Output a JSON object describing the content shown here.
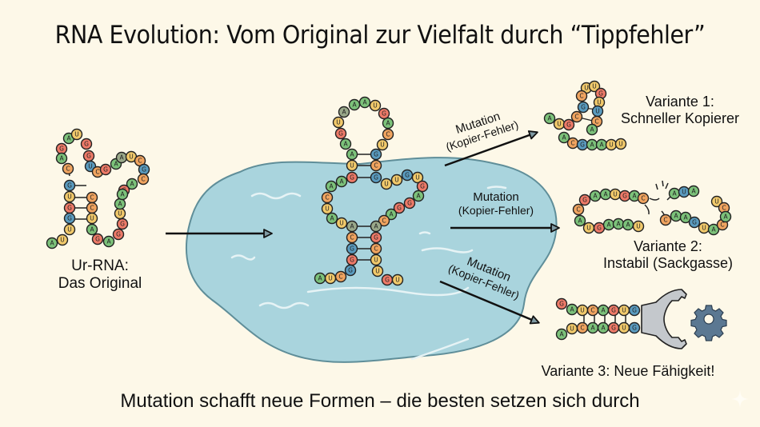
{
  "title": "RNA Evolution: Vom Original zur Vielfalt durch “Tippfehler”",
  "caption": "Mutation schafft neue Formen – die besten setzen sich durch",
  "colors": {
    "background": "#fdf8e8",
    "pool_fill": "#a9d4dd",
    "pool_stroke": "#5f8e99",
    "A": "#7cc27a",
    "U": "#f1c96b",
    "G": "#ee7a68",
    "C": "#f0a460",
    "teal": "#5a9bbf",
    "wrench": "#c4c8cc",
    "gear": "#5b7892"
  },
  "original": {
    "label_line1": "Ur-RNA:",
    "label_line2": "Das Original"
  },
  "mutations": [
    {
      "line1": "Mutation",
      "line2": "(Kopier-Fehler)"
    },
    {
      "line1": "Mutation",
      "line2": "(Kopier-Fehler)"
    },
    {
      "line1": "Mutation",
      "line2": "(Kopier-Fehler)"
    }
  ],
  "variants": [
    {
      "line1": "Variante 1:",
      "line2": "Schneller Kopierer"
    },
    {
      "line1": "Variante 2:",
      "line2": "Instabil (Sackgasse)"
    },
    {
      "line1": "Variante 3: Neue Fähigkeit!"
    }
  ],
  "icons": {
    "wrench": "wrench-icon",
    "gear": "gear-icon",
    "sparkle": "sparkle-icon"
  }
}
